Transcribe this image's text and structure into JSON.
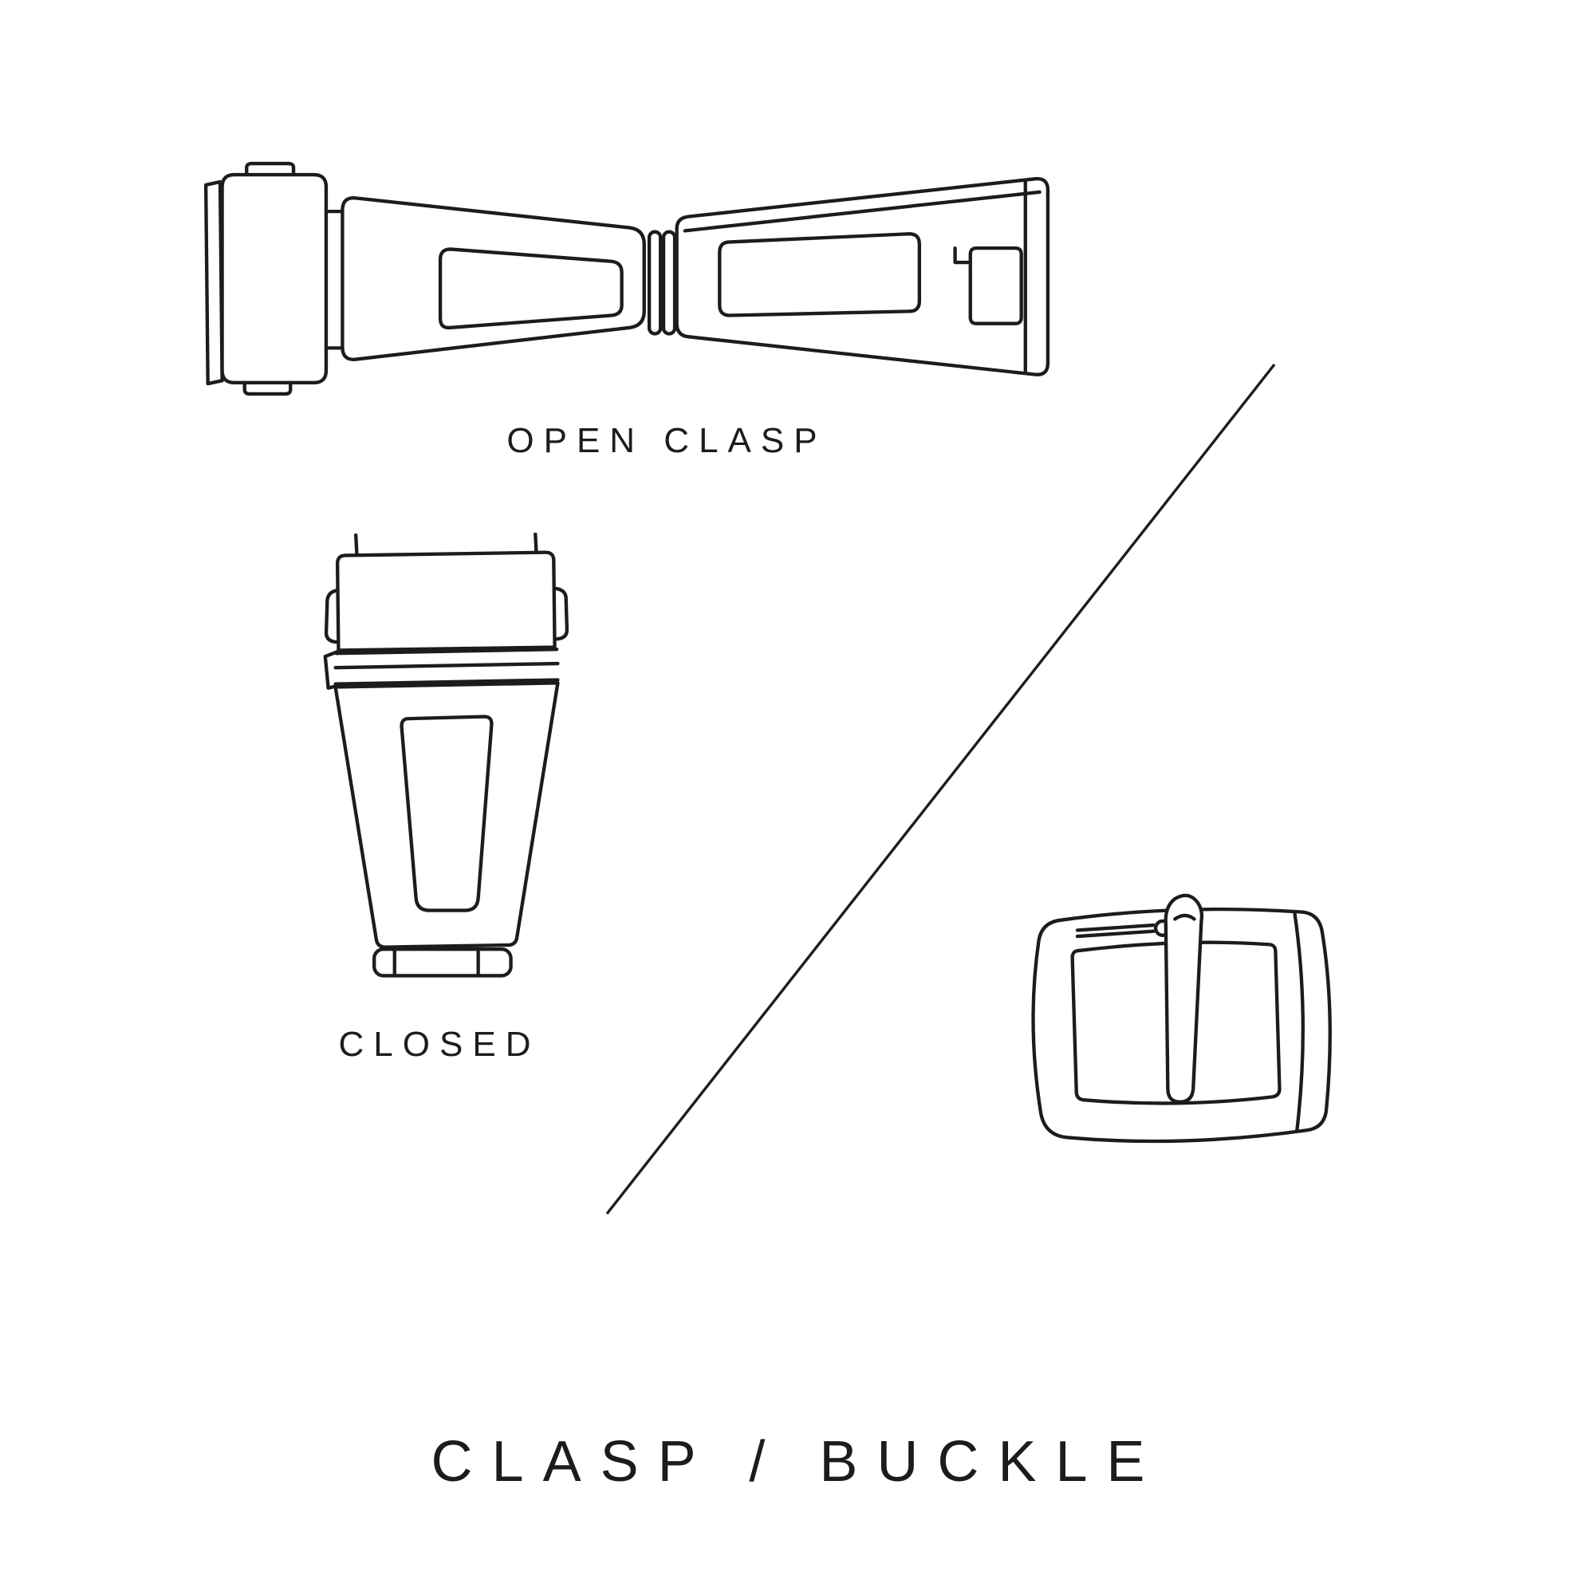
{
  "theme": {
    "background": "#ffffff",
    "line_color": "#1c1c1c"
  },
  "title": "CLASP / BUCKLE",
  "labels": {
    "open_clasp": "OPEN CLASP",
    "closed": "CLOSED"
  },
  "illustrations": [
    {
      "name": "open-clasp-illustration",
      "caption": "OPEN CLASP"
    },
    {
      "name": "closed-clasp-illustration",
      "caption": "CLOSED"
    },
    {
      "name": "buckle-illustration",
      "caption": ""
    }
  ]
}
